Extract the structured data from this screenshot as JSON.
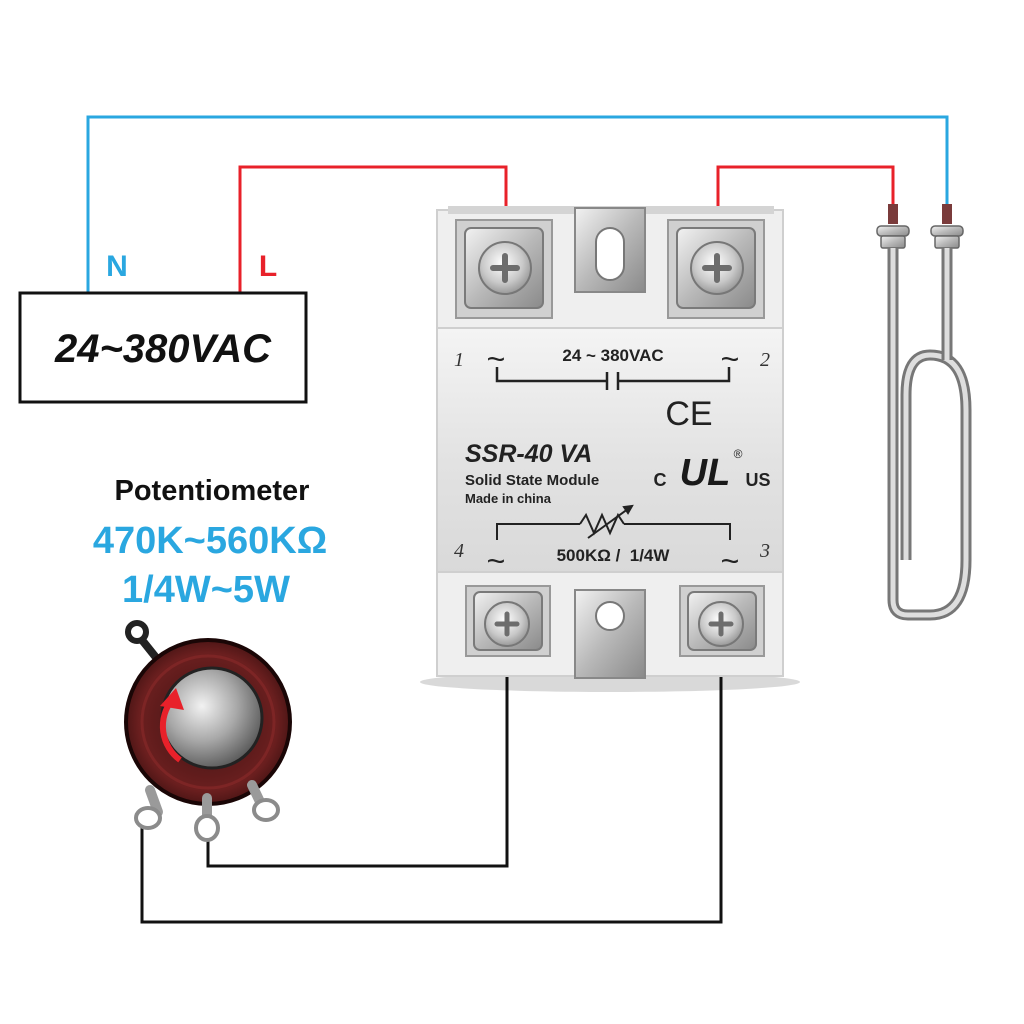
{
  "power_source": {
    "label": "24~380VAC",
    "neutral_label": "N",
    "line_label": "L"
  },
  "potentiometer": {
    "title": "Potentiometer",
    "resistance": "470K~560KΩ",
    "power": "1/4W~5W"
  },
  "relay": {
    "model": "SSR-40 VA",
    "description": "Solid State Module",
    "origin": "Made in china",
    "ac_rating": "24 ~ 380VAC",
    "control_rating": "500KΩ /  1/4W",
    "terminal_1": "1",
    "terminal_2": "2",
    "terminal_3": "3",
    "terminal_4": "4",
    "tilde": "~",
    "ce_mark": "CE",
    "ul_c": "C",
    "ul_us": "US",
    "ul_mark": "UL",
    "registered": "®"
  },
  "colors": {
    "neutral_wire": "#2aa7e0",
    "line_wire": "#e8212a",
    "control_wire": "#111111",
    "relay_body": "#eeeeee"
  }
}
